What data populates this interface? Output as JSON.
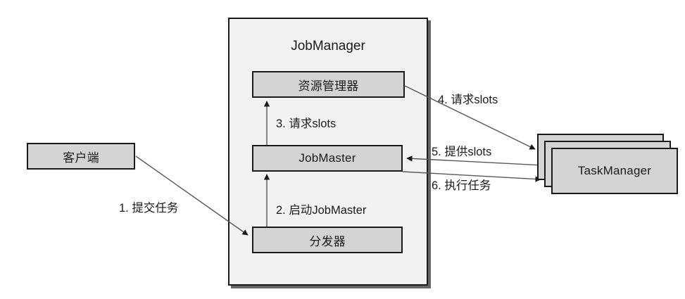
{
  "diagram": {
    "title_visible": false,
    "colors": {
      "node_fill": "#d4d4d4",
      "container_fill": "#f2f2f2",
      "stroke": "#1a1a1a",
      "edge_stroke": "#595959",
      "background": "#ffffff"
    },
    "container": {
      "label": "JobManager",
      "name": "jobmanager-container"
    },
    "nodes": [
      {
        "id": "client",
        "label": "客户端",
        "name": "node-client"
      },
      {
        "id": "resource-manager",
        "label": "资源管理器",
        "name": "node-resource-manager"
      },
      {
        "id": "jobmaster",
        "label": "JobMaster",
        "name": "node-jobmaster"
      },
      {
        "id": "dispatcher",
        "label": "分发器",
        "name": "node-dispatcher"
      },
      {
        "id": "taskmanager",
        "label": "TaskManager",
        "name": "node-taskmanager"
      }
    ],
    "edges": [
      {
        "id": "e1",
        "label": "1. 提交任务",
        "from": "client",
        "to": "dispatcher",
        "name": "edge-label-submit-job"
      },
      {
        "id": "e2",
        "label": "2. 启动JobMaster",
        "from": "dispatcher",
        "to": "jobmaster",
        "name": "edge-label-start-jobmaster"
      },
      {
        "id": "e3",
        "label": "3. 请求slots",
        "from": "jobmaster",
        "to": "resource-manager",
        "name": "edge-label-request-slots-inner"
      },
      {
        "id": "e4",
        "label": "4. 请求slots",
        "from": "resource-manager",
        "to": "taskmanager",
        "name": "edge-label-request-slots-outer"
      },
      {
        "id": "e5",
        "label": "5. 提供slots",
        "from": "taskmanager",
        "to": "jobmaster",
        "name": "edge-label-offer-slots"
      },
      {
        "id": "e6",
        "label": "6. 执行任务",
        "from": "jobmaster",
        "to": "taskmanager",
        "name": "edge-label-execute-task"
      }
    ]
  }
}
